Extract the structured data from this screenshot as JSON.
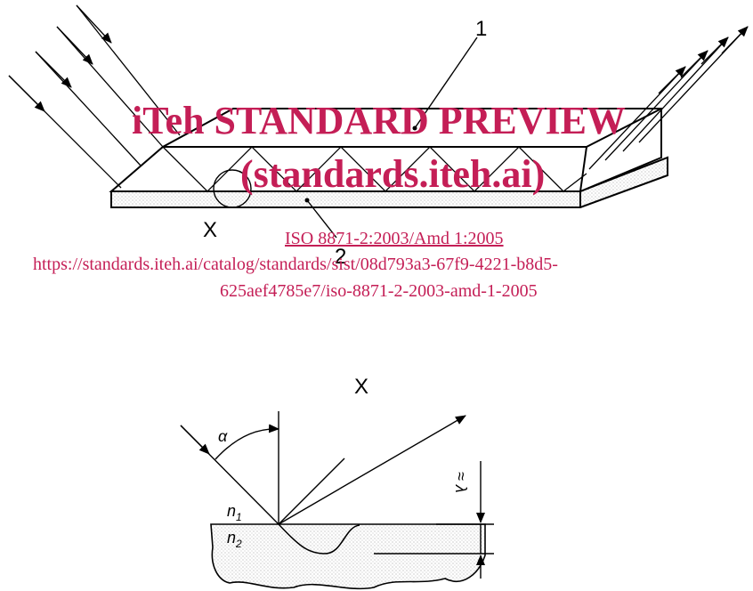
{
  "labels": {
    "callout_1": "1",
    "callout_2": "2",
    "detail_ref": "X",
    "detail_title": "X",
    "angle": "α",
    "n1_base": "n",
    "n1_sub": "1",
    "n2_base": "n",
    "n2_sub": "2",
    "depth": "≈ λ"
  },
  "watermark": {
    "line1": "iTeh STANDARD PREVIEW",
    "line2": "(standards.iteh.ai)",
    "doc_link": "ISO 8871-2:2003/Amd 1:2005",
    "url_line1": "https://standards.iteh.ai/catalog/standards/sist/08d793a3-67f9-4221-b8d5-",
    "url_line2": "625aef4785e7/iso-8871-2-2003-amd-1-2005"
  },
  "colors": {
    "watermark": "#c41e56",
    "line": "#000000",
    "stipple": "#9a9a9a"
  }
}
